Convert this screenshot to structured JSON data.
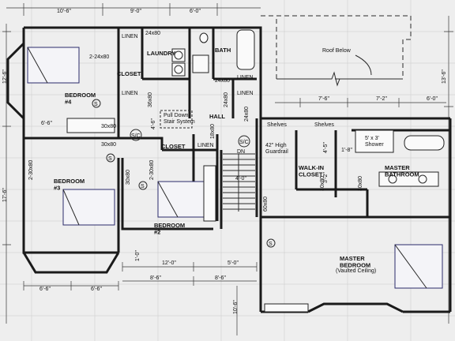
{
  "rooms": {
    "bedroom4": "BEDROOM\n#4",
    "bedroom3": "BEDROOM\n#3",
    "bedroom2": "BEDROOM\n#2",
    "laundry": "LAUNDRY",
    "bath": "BATH",
    "closet_a": "CLOSET",
    "closet_b": "CLOSET",
    "hall": "HALL",
    "walkin": "WALK-IN\nCLOSET",
    "master_bath": "MASTER\nBATHROOM",
    "master_bed": "MASTER\nBEDROOM",
    "master_bed_note": "(Vaulted Ceiling)",
    "roof_below": "Roof Below",
    "pull_down": "Pull Down\nStair System",
    "guardrail": "42\" High\nGuardrail",
    "shelves1": "Shelves",
    "shelves2": "Shelves",
    "shower": "5' x 3'\nShower",
    "linen1": "LINEN",
    "linen2": "LINEN",
    "linen3": "LINEN",
    "linen4": "LINEN",
    "linen5": "LINEN",
    "dn": "DN"
  },
  "dims": {
    "d1": "10'-6\"",
    "d2": "9'-0\"",
    "d3": "6'-0\"",
    "d4": "12'-6\"",
    "d5": "17'-6\"",
    "d6": "13'-6\"",
    "d7": "7'-6\"",
    "d8": "7'-2\"",
    "d9": "6'-0\"",
    "d10": "6'-6\"",
    "d11": "6'-6\"",
    "d12": "6'-6\"",
    "d13": "12'-0\"",
    "d14": "5'-0\"",
    "d15": "8'-6\"",
    "d16": "8'-6\"",
    "d17": "10'-6\"",
    "d18": "1'-0\"",
    "d19": "4'-5\"",
    "d20": "3'-2\"",
    "d21": "1'-8\"",
    "d22": "4'-0\"",
    "d23": "4'-6\""
  },
  "doors": {
    "k1": "24x80",
    "k2": "2-24x80",
    "k3": "36x80",
    "k4": "24x80",
    "k5": "24x80",
    "k6": "24x80",
    "k7": "30x80",
    "k8": "30x80",
    "k9": "2-30x80",
    "k10": "2-30x80",
    "k11": "30x80",
    "k12": "18x80",
    "k13": "30x80",
    "k14": "30x80",
    "k15": "60x80"
  },
  "symbols": {
    "smoke": "S",
    "sc": "S/C"
  }
}
